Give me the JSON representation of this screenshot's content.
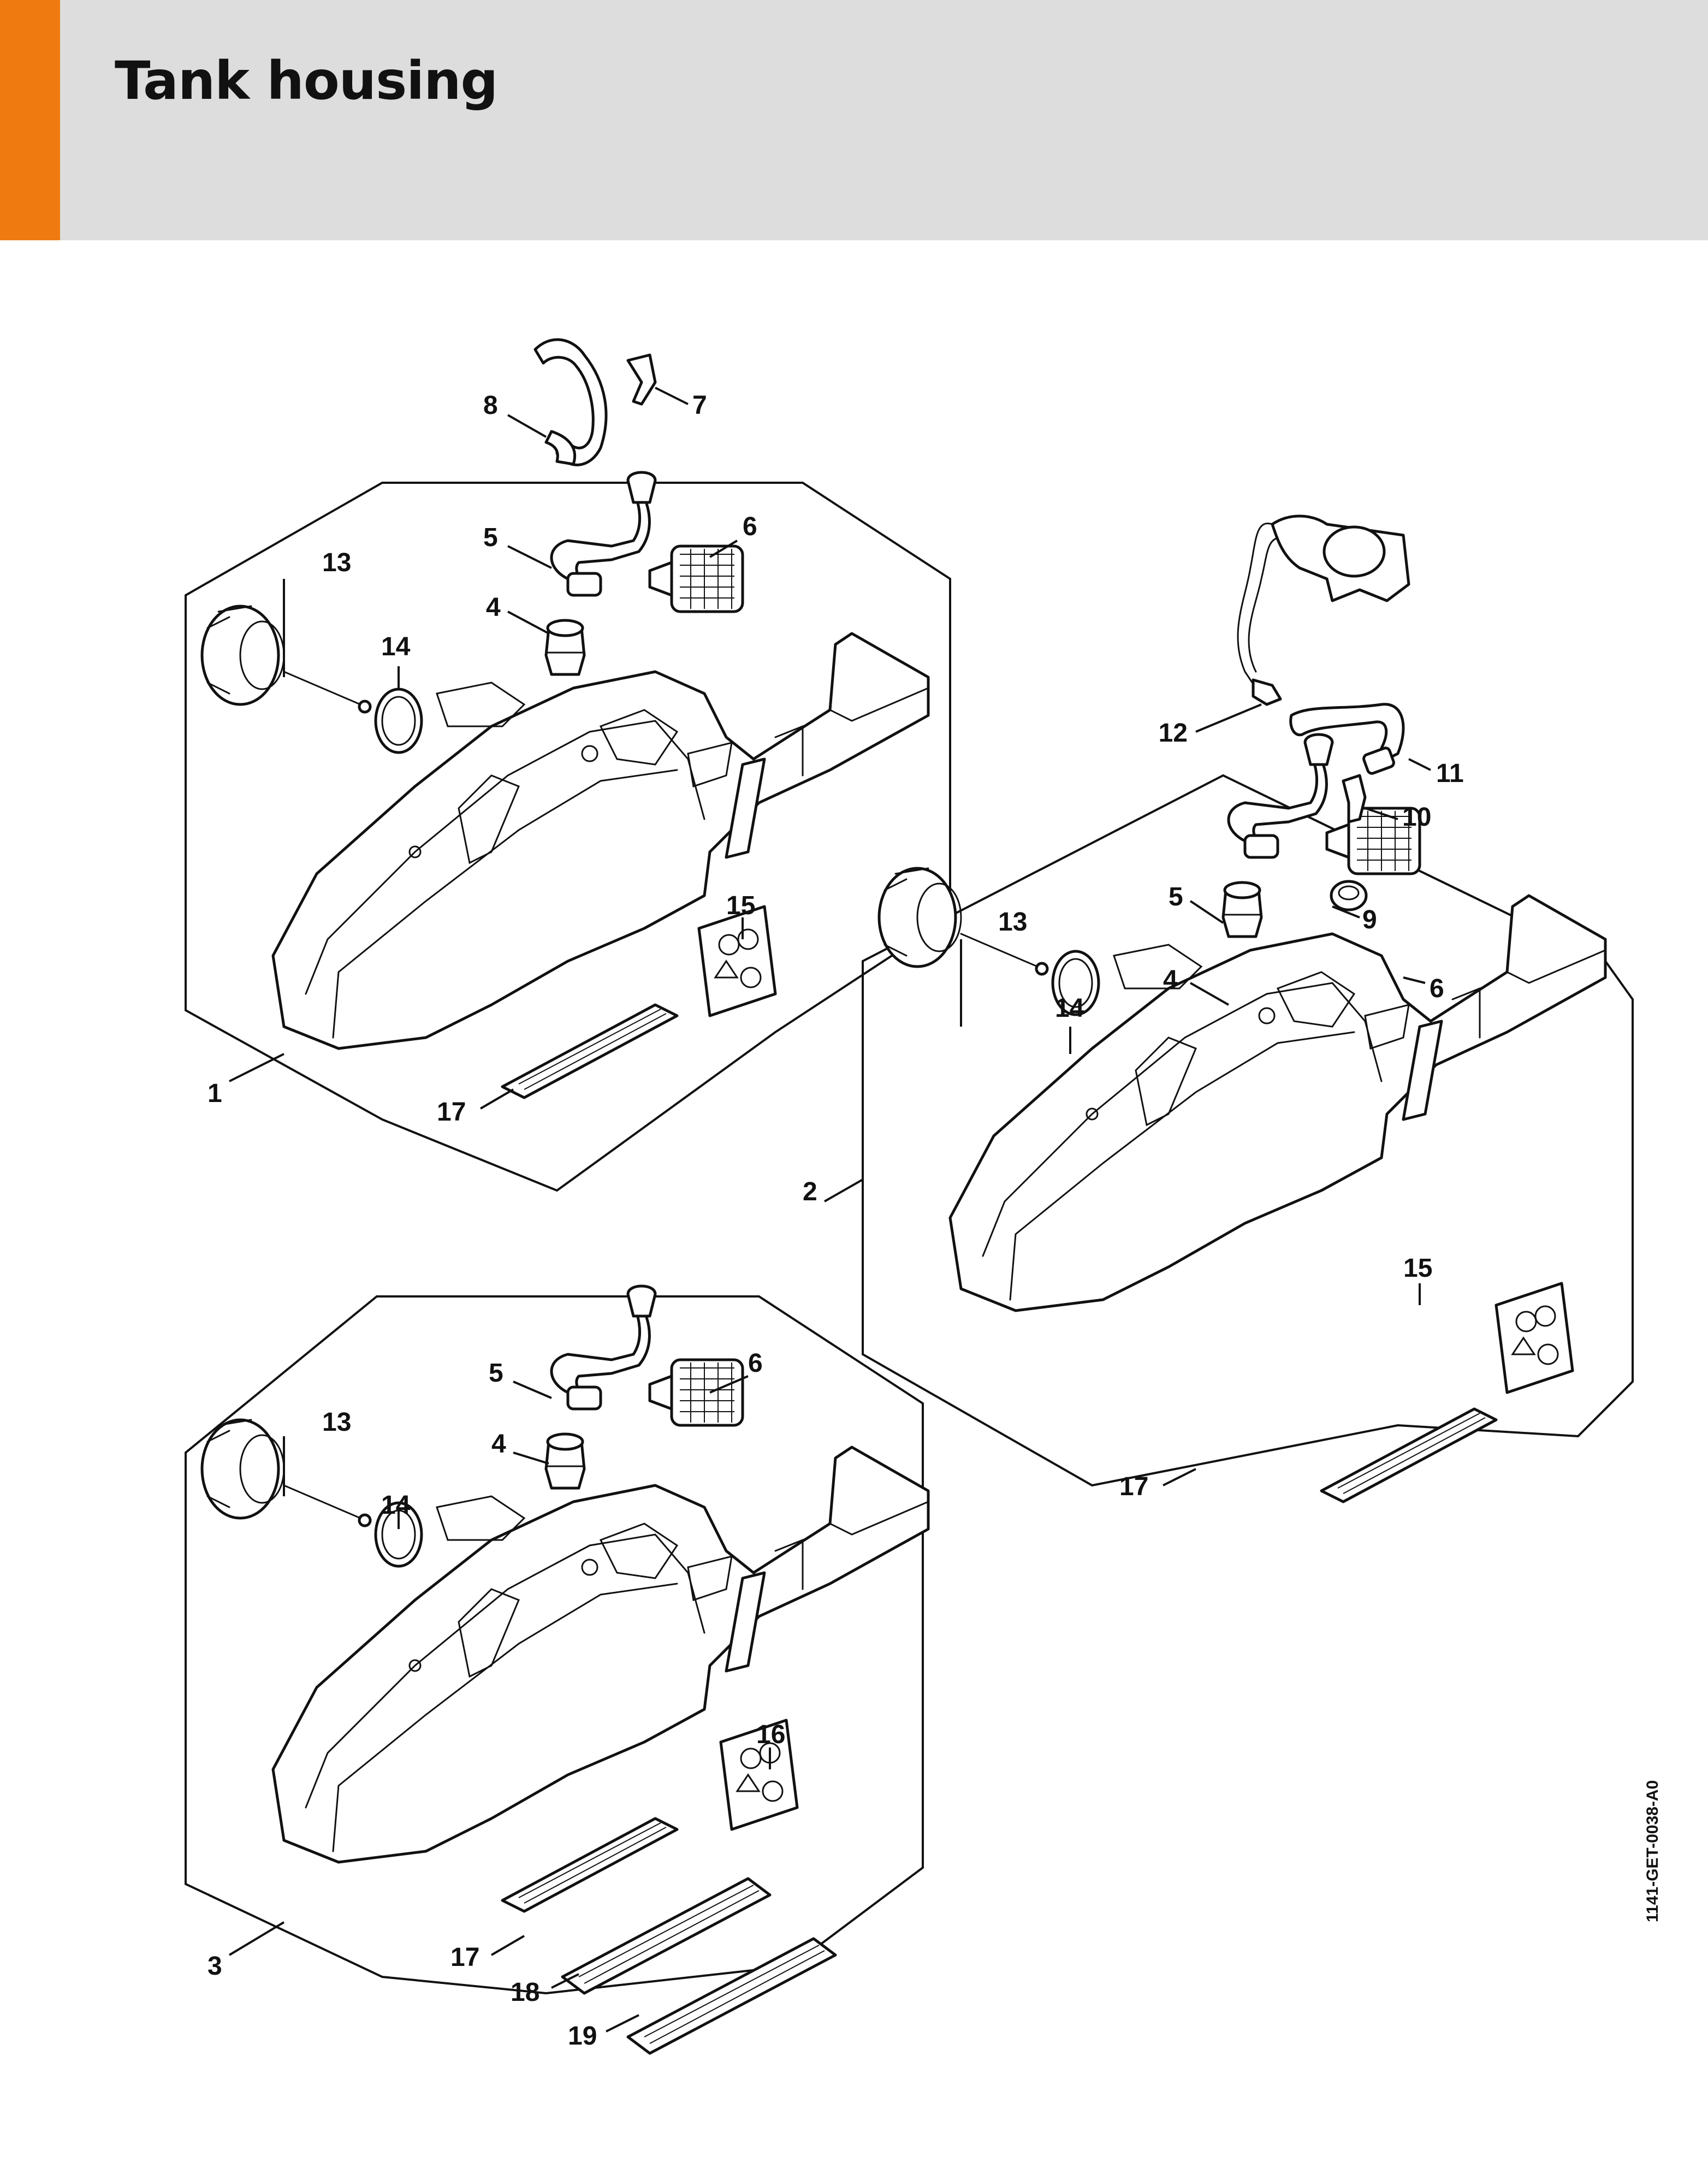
{
  "page": {
    "title": "Tank housing",
    "accent_color": "#ef7b10",
    "header_color": "#dcdddc",
    "document_id": "1141-GET-0038-A0"
  },
  "callouts": {
    "group1": {
      "housing": "1",
      "fitting": "4",
      "hose": "5",
      "filter": "6",
      "elbow": "7",
      "hose_top": "8",
      "cap_assembly": "13",
      "o_ring": "14",
      "label": "15",
      "strip": "17"
    },
    "group2": {
      "housing": "2",
      "fitting": "4",
      "hose": "5",
      "filter": "6",
      "plug": "9",
      "elbow": "10",
      "hose_b": "11",
      "connector": "12",
      "cap_assembly": "13",
      "o_ring": "14",
      "label": "15",
      "strip": "17"
    },
    "group3": {
      "housing": "3",
      "fitting": "4",
      "hose": "5",
      "filter": "6",
      "cap_assembly": "13",
      "o_ring": "14",
      "label": "16",
      "strip_a": "17",
      "strip_b": "18",
      "strip_c": "19"
    }
  }
}
